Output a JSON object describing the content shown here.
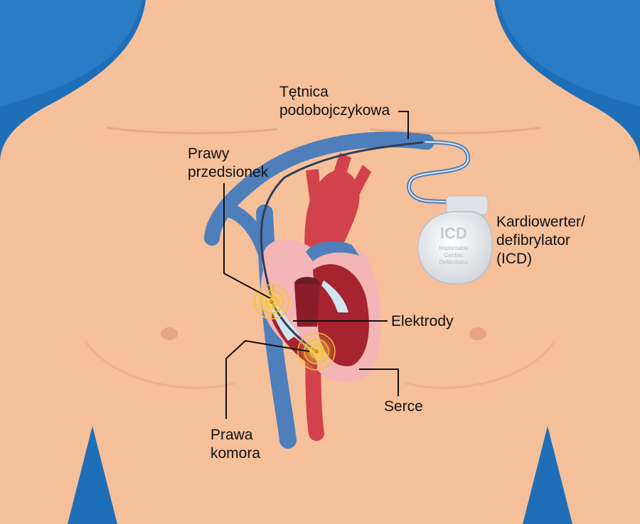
{
  "labels": {
    "subclavian_artery": [
      "Tętnica",
      "podobojczykowa"
    ],
    "right_atrium": [
      "Prawy",
      "przedsionek"
    ],
    "icd": [
      "Kardiowerter/",
      "defibrylator",
      "(ICD)"
    ],
    "electrodes": "Elektrody",
    "heart": "Serce",
    "right_ventricle": [
      "Prawa",
      "komora"
    ]
  },
  "device": {
    "brand": "ICD",
    "caption": [
      "Implantable",
      "Cardiac",
      "Defibrillator"
    ]
  },
  "colors": {
    "background": "#1f6fb8",
    "skin": "#f6c09b",
    "vein_blue": "#4f7fba",
    "artery_red": "#d2424b",
    "heart_pink": "#f3b5b5",
    "device_silver": "#e9ecef",
    "pulse_yellow": "#f2c230"
  }
}
